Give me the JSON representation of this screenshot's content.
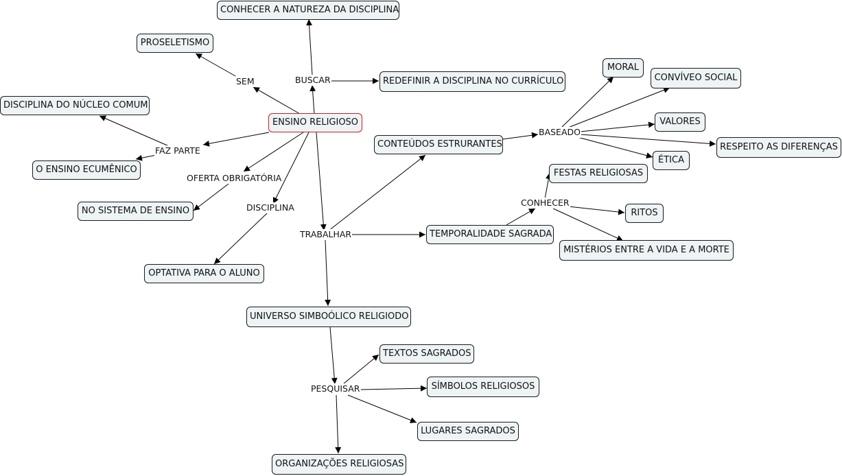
{
  "concepts": {
    "ensino": "ENSINO RELIGIOSO",
    "conhecer_natureza": "CONHECER A NATUREZA DA DISCIPLINA",
    "proselitismo": "PROSELETISMO",
    "redefinir": "REDEFINIR A DISCIPLINA NO CURRÍCULO",
    "nucleo": "DISCIPLINA DO NÚCLEO COMUM",
    "ecumenico": "O ENSINO ECUMÊNICO",
    "sistema": "NO SISTEMA DE ENSINO",
    "optativa": "OPTATIVA PARA O ALUNO",
    "conteudos": "CONTEÚDOS ESTRURANTES",
    "moral": "MORAL",
    "convivio": "CONVÍVEO SOCIAL",
    "valores": "VALORES",
    "respeito": "RESPEITO AS DIFERENÇAS",
    "etica": "ÉTICA",
    "festas": "FESTAS RELIGIOSAS",
    "ritos": "RITOS",
    "misterios": "MISTÉRIOS ENTRE A VIDA E A MORTE",
    "temporalidade": "TEMPORALIDADE SAGRADA",
    "universo": "UNIVERSO SIMBOÓLICO RELIGIODO",
    "textos": "TEXTOS SAGRADOS",
    "simbolos": "SÍMBOLOS RELIGIOSOS",
    "lugares": "LUGARES SAGRADOS",
    "organizacoes": "ORGANIZAÇÕES RELIGIOSAS"
  },
  "links": {
    "sem": "SEM",
    "buscar": "BUSCAR",
    "faz_parte": "FAZ PARTE",
    "oferta": "OFERTA OBRIGATÓRIA",
    "disciplina": "DISCIPLINA",
    "trabalhar": "TRABALHAR",
    "baseado": "BASEADO",
    "conhecer": "CONHECER",
    "pesquisar": "PESQUISAR"
  }
}
